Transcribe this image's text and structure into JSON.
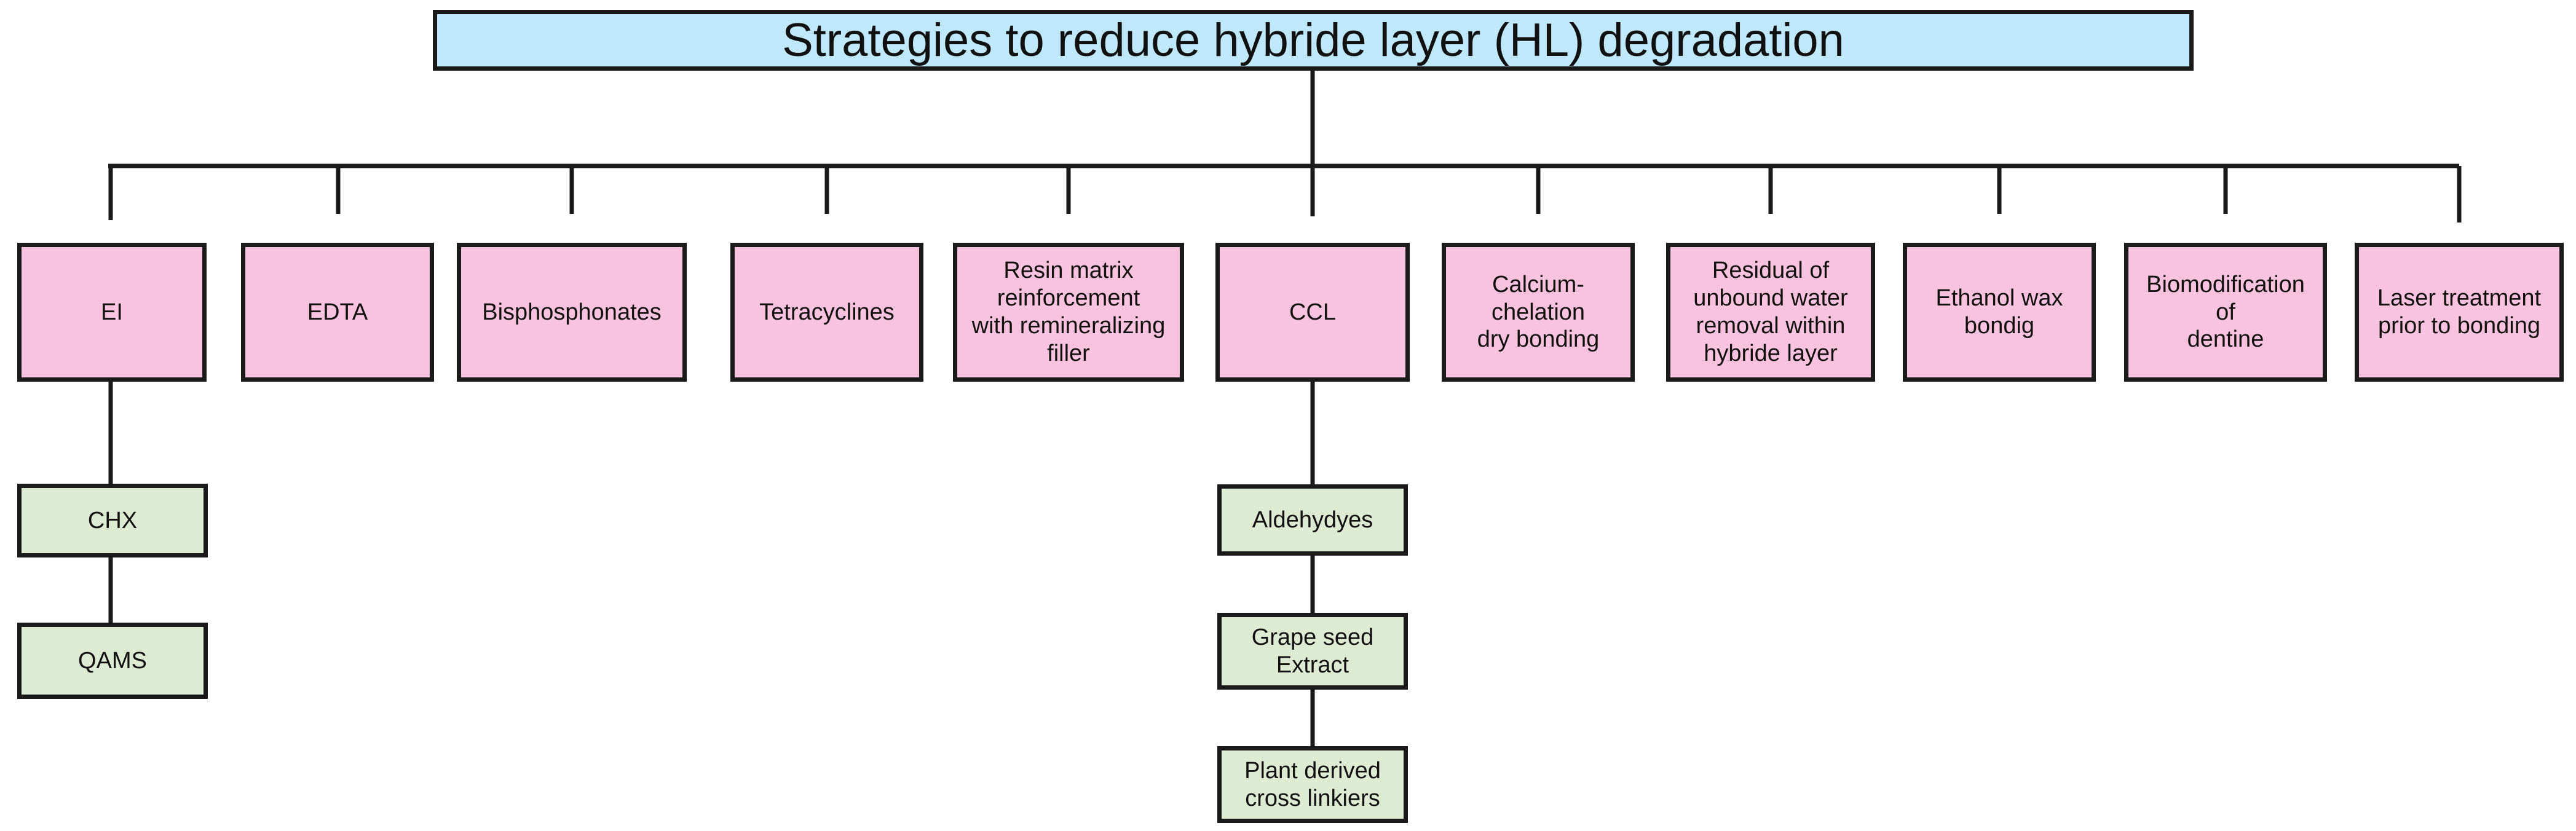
{
  "title": "Strategies to reduce hybride layer (HL) degradation",
  "colors": {
    "title_fill": "#bfe8fa",
    "category_fill": "#f9c3df",
    "subitem_fill": "#dcebd2",
    "line": "#1a1a1a"
  },
  "categories": [
    {
      "label": "EI"
    },
    {
      "label": "EDTA"
    },
    {
      "label": "Bisphosphonates"
    },
    {
      "label": "Tetracyclines"
    },
    {
      "label": "Resin matrix\nreinforcement\nwith remineralizing\nfiller"
    },
    {
      "label": "CCL"
    },
    {
      "label": "Calcium-\nchelation\ndry bonding"
    },
    {
      "label": "Residual of\nunbound water\nremoval within\nhybride layer"
    },
    {
      "label": "Ethanol wax\nbondig"
    },
    {
      "label": "Biomodification\nof\ndentine"
    },
    {
      "label": "Laser treatment\nprior to bonding"
    }
  ],
  "ei_children": [
    {
      "label": "CHX"
    },
    {
      "label": "QAMS"
    }
  ],
  "ccl_children": [
    {
      "label": "Aldehydyes"
    },
    {
      "label": "Grape seed\nExtract"
    },
    {
      "label": "Plant derived\ncross linkiers"
    }
  ]
}
